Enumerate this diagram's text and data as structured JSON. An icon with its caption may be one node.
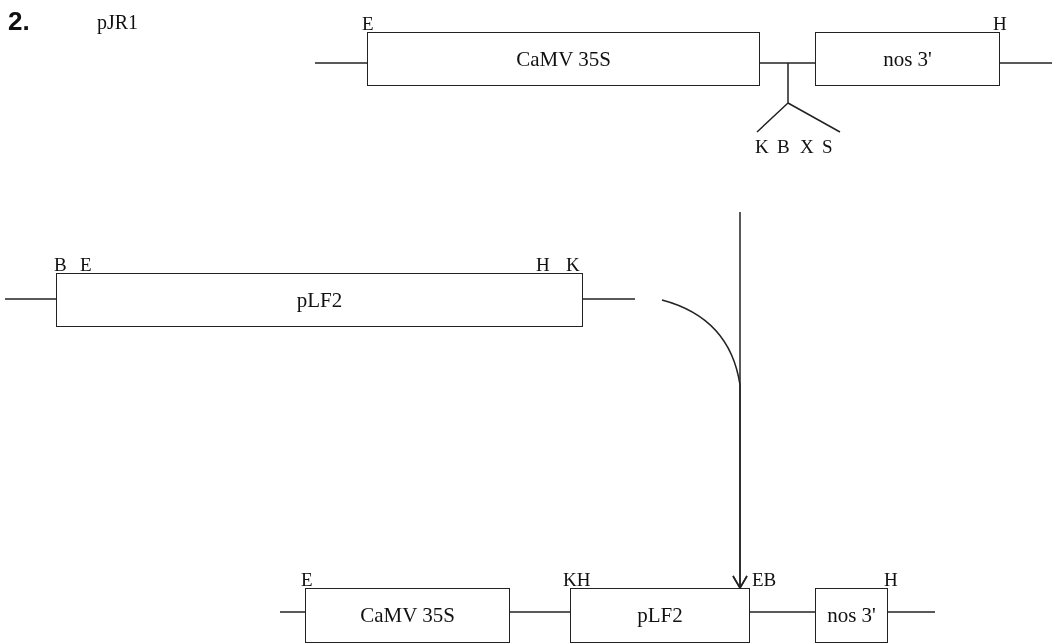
{
  "diagram": {
    "nodes": [
      {
        "text": [
          "CaMV 35S"
        ]
      },
      {
        "text": [
          "nos 3'"
        ]
      },
      {
        "text": [
          "pLF2"
        ]
      },
      {
        "text": [
          "CaMV 35S"
        ]
      },
      {
        "text": [
          "pLF2"
        ]
      },
      {
        "text": [
          "nos 3'"
        ]
      }
    ],
    "edges": [
      {
        "from": null,
        "to": 4,
        "arrow": "to"
      },
      {
        "from": null,
        "to": 4,
        "arrow": "to"
      }
    ],
    "labels": [
      "2.",
      "pJR1",
      "E",
      "H",
      "K",
      "B",
      "X",
      "S",
      "B",
      "E",
      "H",
      "K",
      "E",
      "KH",
      "EB",
      "H"
    ]
  }
}
